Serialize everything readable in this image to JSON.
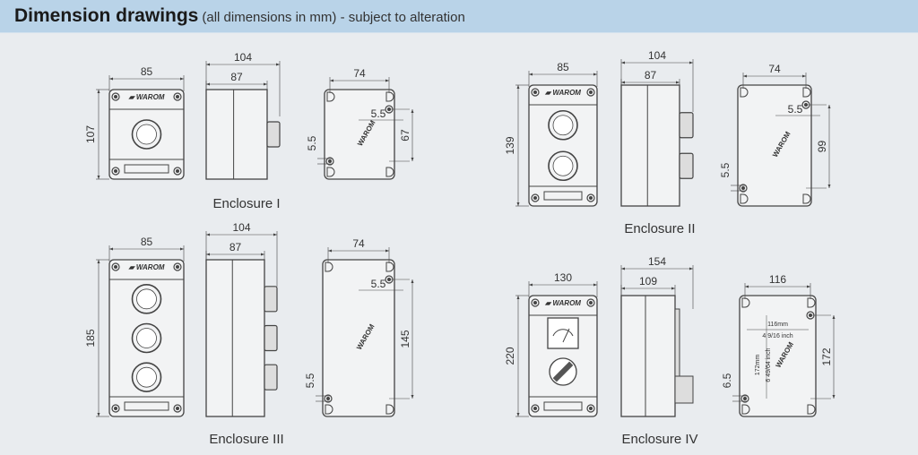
{
  "header": {
    "title": "Dimension drawings",
    "subtitle": "(all dimensions in mm) - subject to alteration"
  },
  "logo_text": "WAROM",
  "enclosures": [
    {
      "label": "Enclosure I",
      "buttons": 1,
      "front_width": "85",
      "front_height": "107",
      "side_total": "104",
      "side_body": "87",
      "back_width": "74",
      "hole_offset": "5.5",
      "hole_pitch": "67",
      "hole_dia": "5.5"
    },
    {
      "label": "Enclosure  II",
      "buttons": 2,
      "front_width": "85",
      "front_height": "139",
      "side_total": "104",
      "side_body": "87",
      "back_width": "74",
      "hole_offset": "5.5",
      "hole_pitch": "99",
      "hole_dia": "5.5"
    },
    {
      "label": "Enclosure III",
      "buttons": 3,
      "front_width": "85",
      "front_height": "185",
      "side_total": "104",
      "side_body": "87",
      "back_width": "74",
      "hole_offset": "5.5",
      "hole_pitch": "145",
      "hole_dia": "5.5"
    },
    {
      "label": "Enclosure IV",
      "buttons": 0,
      "front_width": "130",
      "front_height": "220",
      "side_total": "154",
      "side_body": "109",
      "back_width": "116",
      "hole_pitch": "172",
      "hole_dia": "6.5",
      "inner_width_mm": "116mm",
      "inner_width_inch": "4 9/16 inch",
      "inner_height_mm": "172mm",
      "inner_height_inch": "6 49/64 inch"
    }
  ]
}
